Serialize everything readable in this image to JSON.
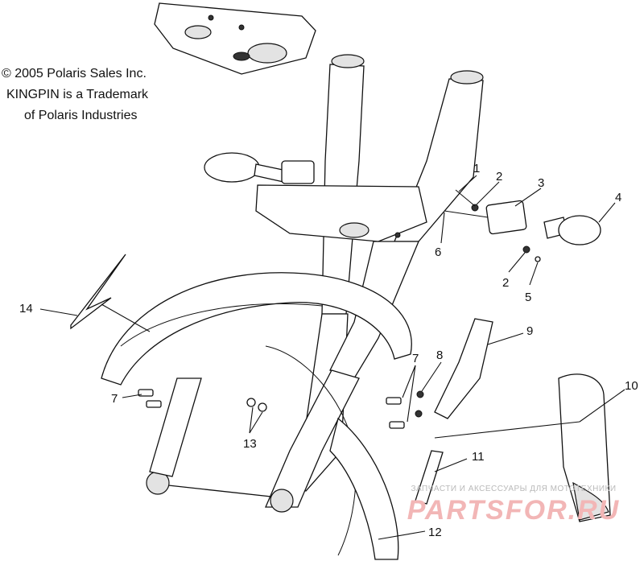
{
  "copyright": {
    "line1": "© 2005 Polaris Sales Inc.",
    "line2": "KINGPIN is a Trademark",
    "line3": "of Polaris Industries"
  },
  "callouts": [
    {
      "id": "c1",
      "label": "1"
    },
    {
      "id": "c2a",
      "label": "2"
    },
    {
      "id": "c3",
      "label": "3"
    },
    {
      "id": "c4",
      "label": "4"
    },
    {
      "id": "c6",
      "label": "6"
    },
    {
      "id": "c2b",
      "label": "2"
    },
    {
      "id": "c5",
      "label": "5"
    },
    {
      "id": "c9",
      "label": "9"
    },
    {
      "id": "c7a",
      "label": "7"
    },
    {
      "id": "c8",
      "label": "8"
    },
    {
      "id": "c10",
      "label": "10"
    },
    {
      "id": "c14",
      "label": "14"
    },
    {
      "id": "c7b",
      "label": "7"
    },
    {
      "id": "c13",
      "label": "13"
    },
    {
      "id": "c11",
      "label": "11"
    },
    {
      "id": "c12",
      "label": "12"
    }
  ],
  "watermark": {
    "tagline": "ЗАПЧАСТИ И АКСЕССУАРЫ ДЛЯ МОТОТЕХНИКИ",
    "logo": "PARTSFOR.RU"
  },
  "colors": {
    "line": "#111111",
    "background": "#ffffff",
    "watermark_logo": "#f2b6b6",
    "watermark_text": "#b9b9b9"
  }
}
